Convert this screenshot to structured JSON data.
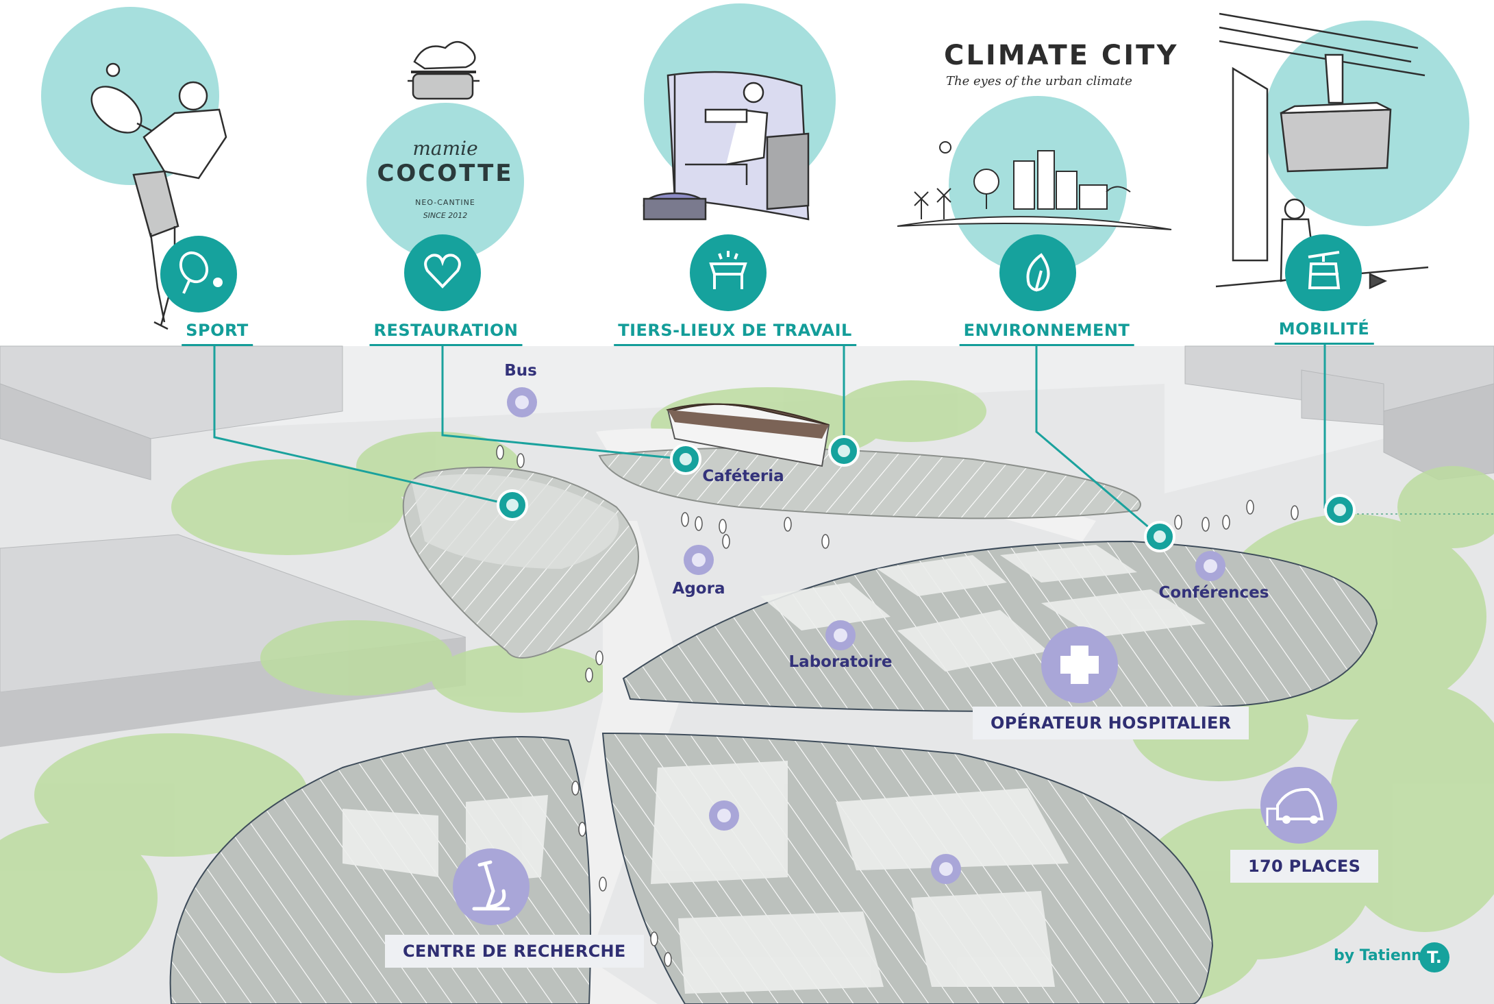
{
  "brand": {
    "title": "CLIMATE CITY",
    "subtitle": "The eyes of the urban climate"
  },
  "restaurant_logo": {
    "line1": "mamie",
    "line2": "COCOTTE",
    "line3": "NEO-CANTINE",
    "line4": "SINCE 2012"
  },
  "categories": [
    {
      "label": "SPORT",
      "icon": "tennis-racket-icon"
    },
    {
      "label": "RESTAURATION",
      "icon": "heart-icon"
    },
    {
      "label": "TIERS-LIEUX DE TRAVAIL",
      "icon": "desk-icon"
    },
    {
      "label": "ENVIRONNEMENT",
      "icon": "leaf-icon"
    },
    {
      "label": "MOBILITÉ",
      "icon": "cable-car-icon"
    }
  ],
  "places": {
    "bus": "Bus",
    "cafeteria": "Caféteria",
    "agora": "Agora",
    "laboratoire": "Laboratoire",
    "conferences": "Conférences"
  },
  "tags": {
    "hospital": "OPÉRATEUR HOSPITALIER",
    "research": "CENTRE DE RECHERCHE",
    "parking": "170 PLACES"
  },
  "signature": {
    "text": "by Tatienne",
    "badge": "T."
  },
  "colors": {
    "teal": "#16a29d",
    "teal_light": "#a6dfdd",
    "lavender": "#a9a6d8",
    "navy_text": "#33327a",
    "greenery": "#b9da9c"
  }
}
